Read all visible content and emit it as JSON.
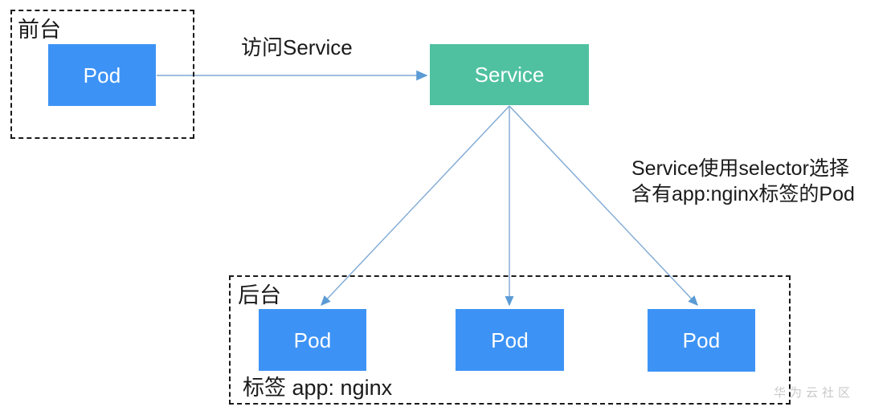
{
  "diagram": {
    "title": "Kubernetes Service and Pod selector diagram",
    "colors": {
      "pod_fill": "#3D93F5",
      "service_fill": "#4FC1A0",
      "arrow": "#5B9BD5",
      "group_border": "#1a1a1a",
      "text": "#1a1a1a",
      "watermark": "#c9c9c9"
    },
    "groups": [
      {
        "id": "frontend",
        "label": "前台"
      },
      {
        "id": "backend",
        "label": "后台"
      }
    ],
    "nodes": {
      "frontend_pod": {
        "label": "Pod"
      },
      "service": {
        "label": "Service"
      },
      "backend_pods": [
        {
          "label": "Pod"
        },
        {
          "label": "Pod"
        },
        {
          "label": "Pod"
        }
      ]
    },
    "edge_labels": {
      "access_service": "访问Service"
    },
    "annotations": {
      "selector_note": "Service使用selector选择\n含有app:nginx标签的Pod",
      "tag_label": "标签 app: nginx"
    },
    "watermark": "华为云社区"
  }
}
